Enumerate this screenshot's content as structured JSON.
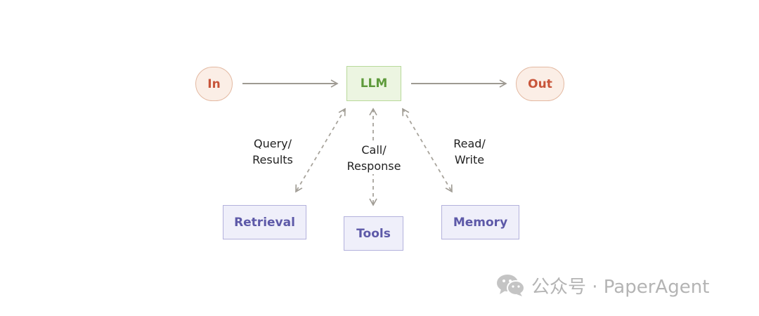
{
  "diagram": {
    "nodes": {
      "in": "In",
      "llm": "LLM",
      "out": "Out",
      "retrieval": "Retrieval",
      "tools": "Tools",
      "memory": "Memory"
    },
    "edge_labels": {
      "retrieval": [
        "Query/",
        "Results"
      ],
      "tools": [
        "Call/",
        "Response"
      ],
      "memory": [
        "Read/",
        "Write"
      ]
    }
  },
  "watermark": {
    "icon": "wechat-icon",
    "text": "公众号 · PaperAgent"
  },
  "colors": {
    "io_text": "#c8553a",
    "io_fill": "#fbeee6",
    "llm_text": "#5e9a3b",
    "llm_fill": "#ecf5e1",
    "tool_text": "#5d59a8",
    "tool_fill": "#efeffa",
    "arrow": "#9e9a92"
  }
}
